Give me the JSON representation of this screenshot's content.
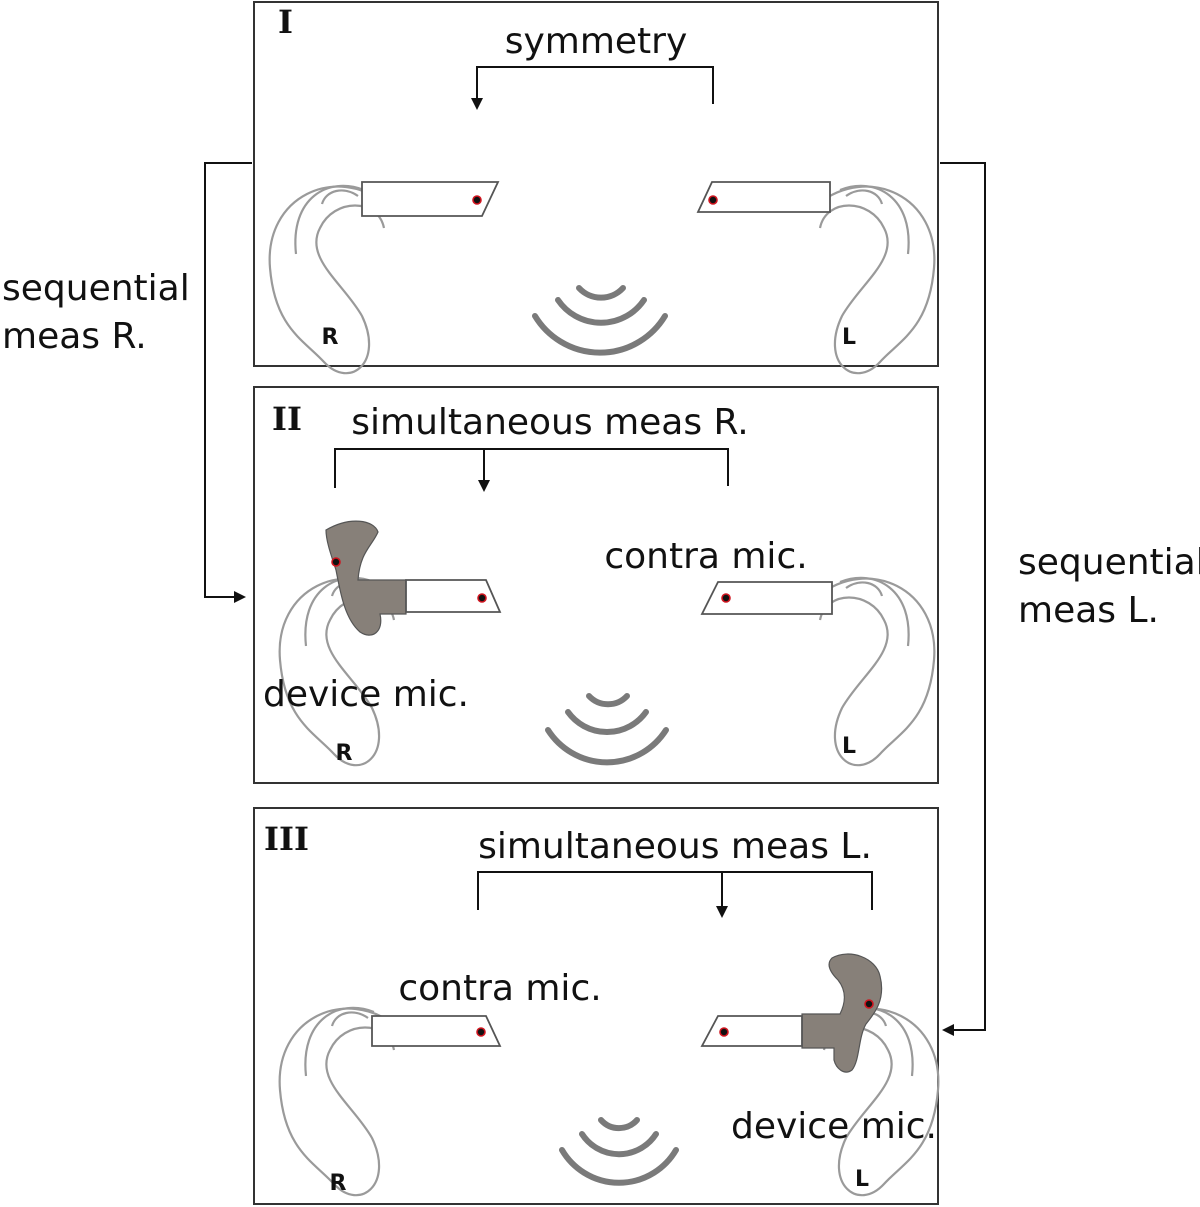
{
  "panels": [
    {
      "id": "I",
      "bracket_label": "symmetry",
      "right_ear_label": "R",
      "left_ear_label": "L"
    },
    {
      "id": "II",
      "bracket_label": "simultaneous meas R.",
      "contra_label": "contra mic.",
      "device_label": "device mic.",
      "right_ear_label": "R",
      "left_ear_label": "L"
    },
    {
      "id": "III",
      "bracket_label": "simultaneous meas L.",
      "contra_label": "contra mic.",
      "device_label": "device mic.",
      "right_ear_label": "R",
      "left_ear_label": "L"
    }
  ],
  "side_labels": {
    "left": [
      "sequential",
      "meas R."
    ],
    "right": [
      "sequential",
      "meas L."
    ]
  },
  "colors": {
    "device": "#878079",
    "mic_ring": "#d0141e",
    "ear_outline": "#9a9a9a"
  }
}
